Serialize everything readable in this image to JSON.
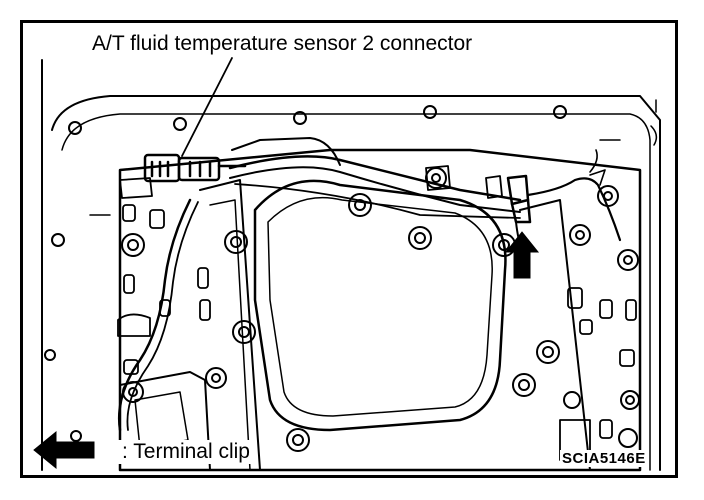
{
  "labels": {
    "connector": "A/T fluid temperature sensor 2 connector",
    "legend": ": Terminal clip",
    "figure_code": "SCIA5146E"
  },
  "icons": {
    "legend_arrow": "arrow-left-icon",
    "clip_arrow": "arrow-up-icon"
  },
  "colors": {
    "line": "#000000",
    "background": "#ffffff"
  }
}
